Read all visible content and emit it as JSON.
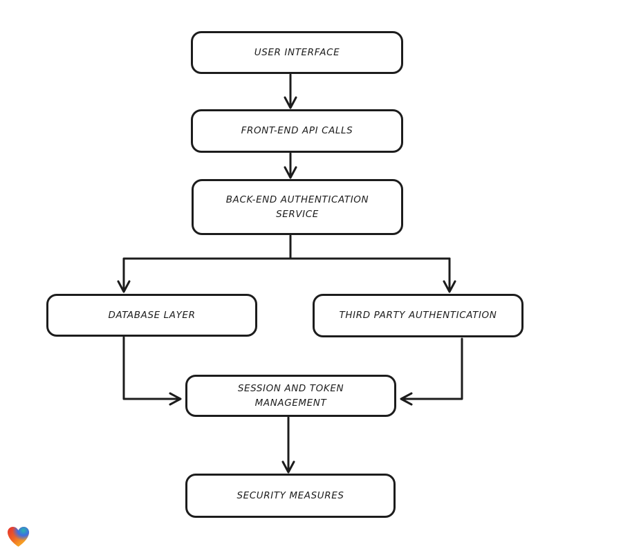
{
  "diagram": {
    "title": "",
    "nodes": [
      {
        "id": "user-interface",
        "label": "USER INTERFACE"
      },
      {
        "id": "front-end-api-calls",
        "label": "FRONT-END API CALLS"
      },
      {
        "id": "back-end-authentication-service",
        "label": "BACK-END AUTHENTICATION SERVICE"
      },
      {
        "id": "database-layer",
        "label": "DATABASE LAYER"
      },
      {
        "id": "third-party-authentication",
        "label": "THIRD PARTY AUTHENTICATION"
      },
      {
        "id": "session-and-token-management",
        "label": "SESSION AND TOKEN MANAGEMENT"
      },
      {
        "id": "security-measures",
        "label": "SECURITY MEASURES"
      }
    ],
    "edges": [
      {
        "from": "user-interface",
        "to": "front-end-api-calls"
      },
      {
        "from": "front-end-api-calls",
        "to": "back-end-authentication-service"
      },
      {
        "from": "back-end-authentication-service",
        "to": "database-layer"
      },
      {
        "from": "back-end-authentication-service",
        "to": "third-party-authentication"
      },
      {
        "from": "database-layer",
        "to": "session-and-token-management"
      },
      {
        "from": "third-party-authentication",
        "to": "session-and-token-management"
      },
      {
        "from": "session-and-token-management",
        "to": "security-measures"
      }
    ],
    "colors": {
      "background": "#ffffff",
      "node_fill": "#ffffff",
      "stroke": "#1c1c1c"
    },
    "watermark": {
      "icon": "heart-logo-icon",
      "colors": [
        "#e5312e",
        "#f59b23",
        "#f8b133",
        "#2cb3ae",
        "#3e6ee2"
      ]
    }
  }
}
